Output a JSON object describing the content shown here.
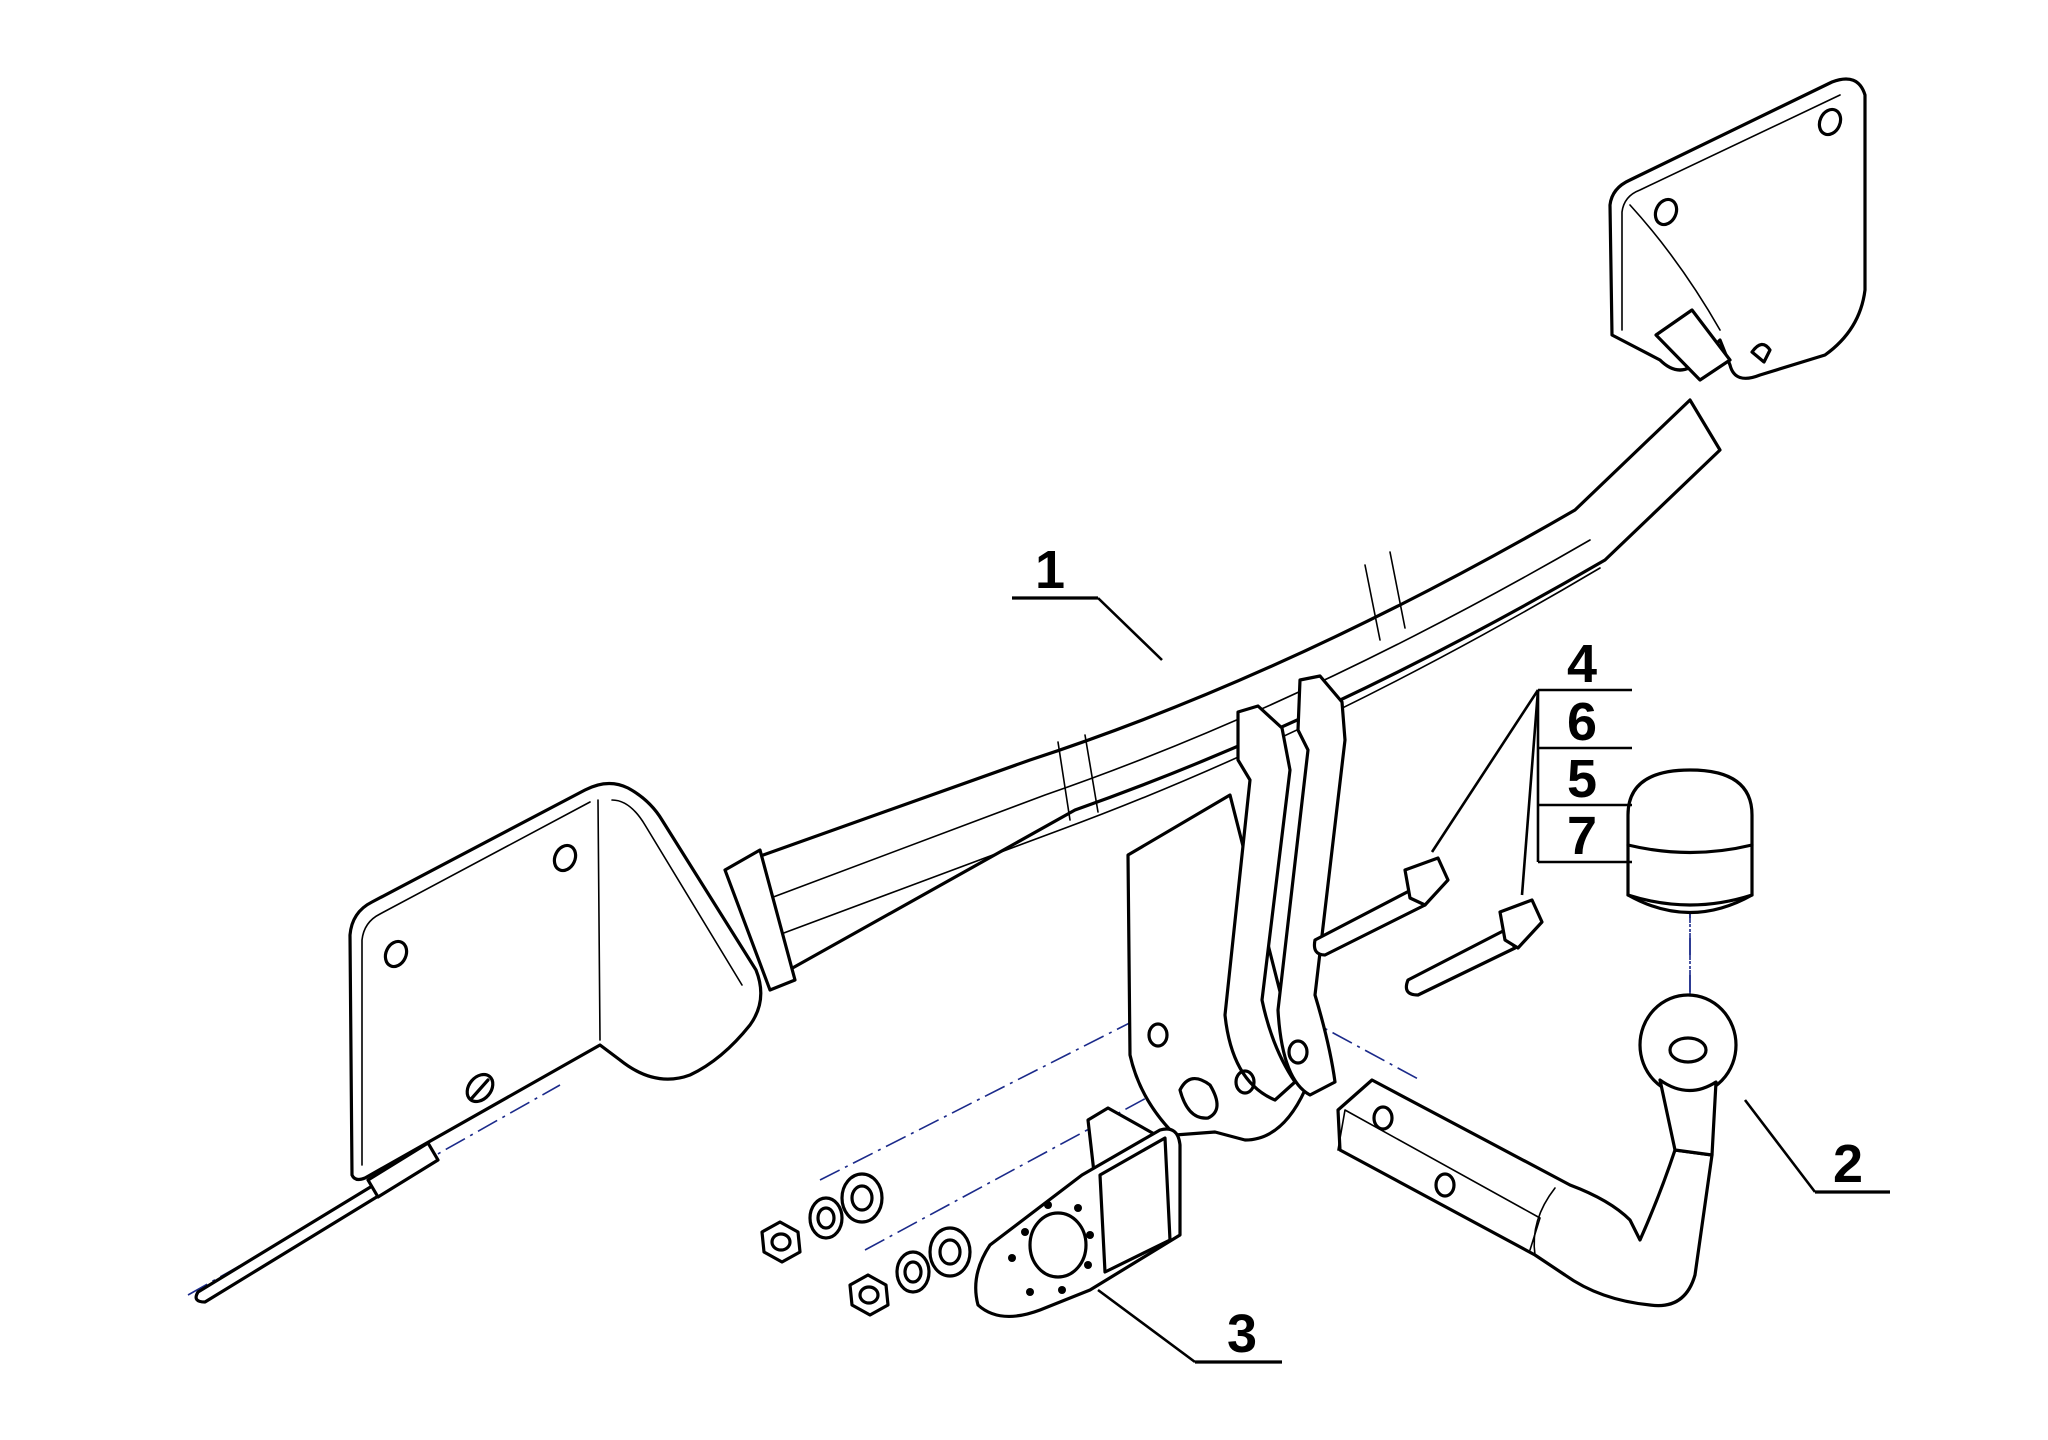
{
  "callouts": {
    "tow_bar_frame": "1",
    "ball_neck": "2",
    "socket_plate": "3",
    "fastener_set": [
      "4",
      "6",
      "5",
      "7"
    ]
  }
}
